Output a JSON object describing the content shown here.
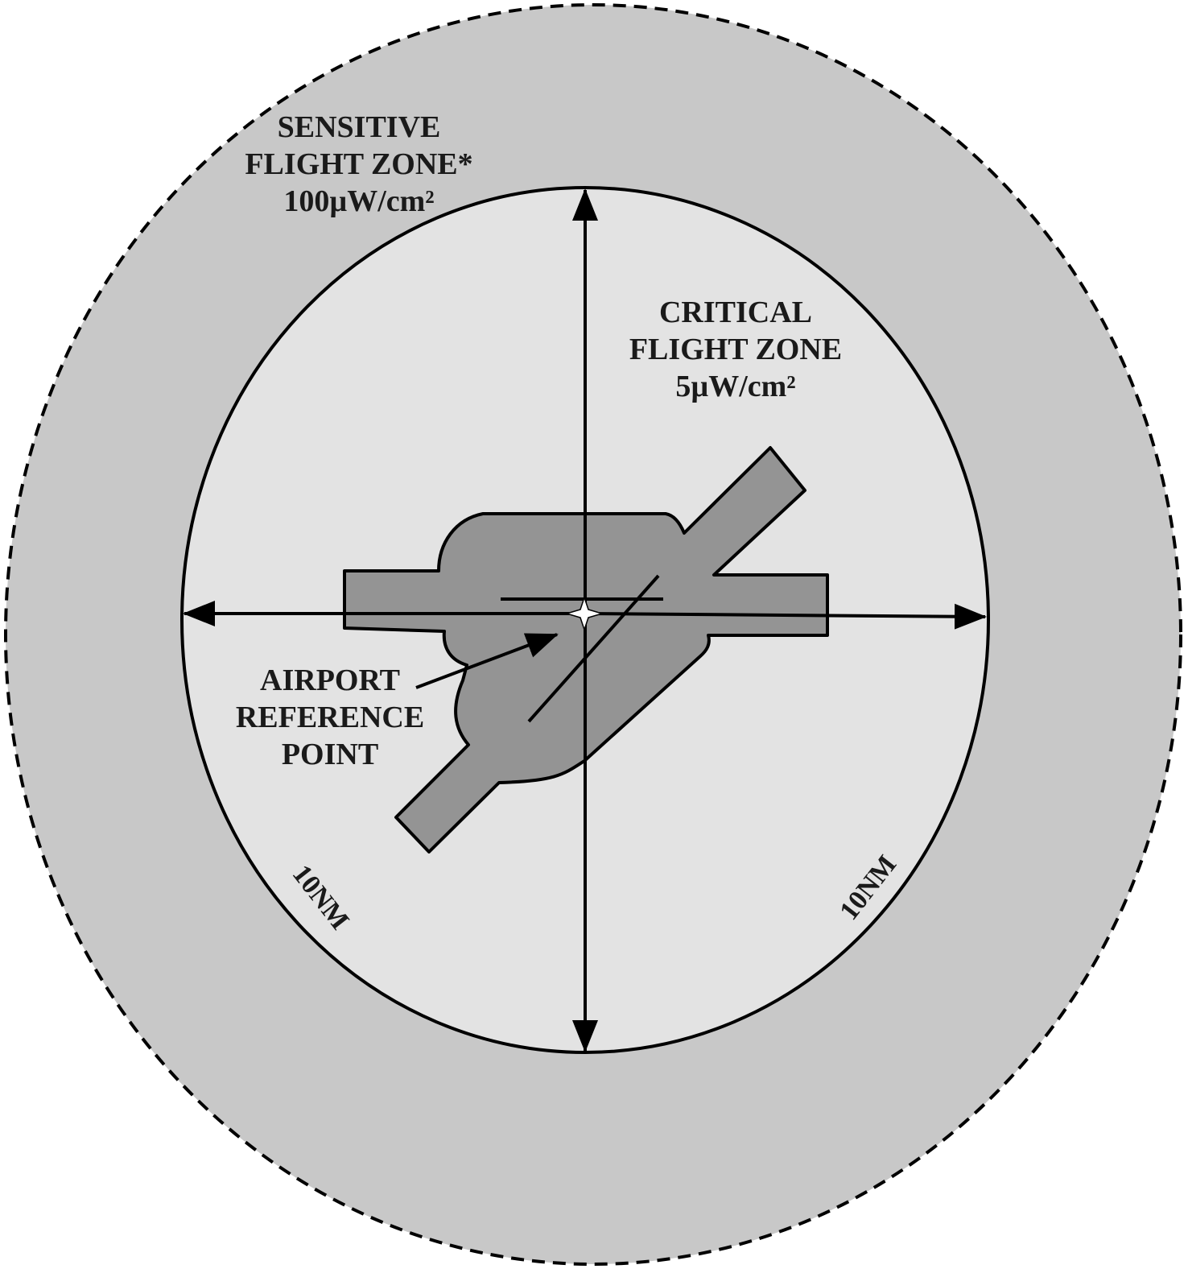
{
  "sensitive_zone": {
    "title_line1": "SENSITIVE",
    "title_line2": "FLIGHT ZONE*",
    "limit": "100µW/cm²"
  },
  "critical_zone": {
    "title_line1": "CRITICAL",
    "title_line2": "FLIGHT ZONE",
    "limit": "5µW/cm²"
  },
  "reference_point": {
    "line1": "AIRPORT",
    "line2": "REFERENCE",
    "line3": "POINT"
  },
  "radius_labels": {
    "left": "10NM",
    "right": "10NM"
  },
  "colors": {
    "outer_zone": "#c8c8c8",
    "inner_zone": "#e3e3e3",
    "airport": "#949494",
    "stroke": "#000000"
  }
}
